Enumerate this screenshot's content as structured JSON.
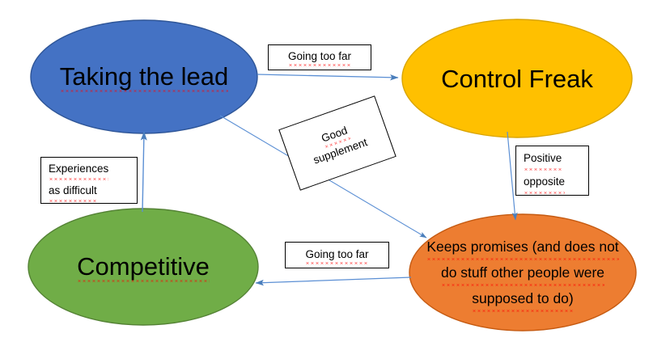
{
  "diagram": {
    "title": "Taking the lead / Control Freak / Competitive behaviour cycle",
    "background": "#ffffff",
    "colors": {
      "blue": "#4472C4",
      "blue_stroke": "#2E5597",
      "amber": "#FFC000",
      "amber_stroke": "#D9A400",
      "green": "#70AD47",
      "green_stroke": "#548235",
      "orange": "#ED7D31",
      "orange_stroke": "#C55A11",
      "arrow": "#5B8FD4",
      "box_border": "#000000",
      "box_fill": "#ffffff",
      "text": "#000000",
      "spellcheck": "#ff0000"
    },
    "nodes": [
      {
        "id": "taking-the-lead",
        "label": "Taking the lead",
        "lines": [
          "Taking the lead"
        ],
        "color": "#4472C4",
        "spellcheck": true
      },
      {
        "id": "control-freak",
        "label": "Control Freak",
        "lines": [
          "Control Freak"
        ],
        "color": "#FFC000",
        "spellcheck": false
      },
      {
        "id": "competitive",
        "label": "Competitive",
        "lines": [
          "Competitive"
        ],
        "color": "#70AD47",
        "spellcheck": true
      },
      {
        "id": "keeps-promises",
        "label": "Keeps promises (and does not do stuff other people were supposed to do)",
        "lines": [
          "Keeps promises (and does not",
          "do stuff other people were",
          "supposed to do)"
        ],
        "color": "#ED7D31",
        "spellcheck": true
      }
    ],
    "edges": [
      {
        "id": "lead-to-control",
        "from": "taking-the-lead",
        "to": "control-freak",
        "label": "Going too far"
      },
      {
        "id": "lead-to-keeps-promises",
        "from": "taking-the-lead",
        "to": "keeps-promises",
        "label": "Good supplement"
      },
      {
        "id": "control-to-keeps-promises",
        "from": "control-freak",
        "to": "keeps-promises",
        "label": "Positive opposite"
      },
      {
        "id": "keeps-promises-to-competitive",
        "from": "keeps-promises",
        "to": "competitive",
        "label": "Going too far"
      },
      {
        "id": "competitive-to-lead",
        "from": "competitive",
        "to": "taking-the-lead",
        "label": "Experiences as difficult"
      }
    ],
    "callouts": [
      {
        "id": "going-too-far-top",
        "lines": [
          "Going too far"
        ],
        "align": "center",
        "rotated": false,
        "spellcheck": [
          true
        ]
      },
      {
        "id": "good-supplement",
        "lines": [
          "Good",
          "supplement"
        ],
        "align": "center",
        "rotated": true,
        "spellcheck": [
          true,
          false
        ]
      },
      {
        "id": "positive-opposite",
        "lines": [
          "Positive",
          "opposite"
        ],
        "align": "left",
        "rotated": false,
        "spellcheck": [
          true,
          true
        ]
      },
      {
        "id": "experiences-as-difficult",
        "lines": [
          "Experiences",
          "as difficult"
        ],
        "align": "left",
        "rotated": false,
        "spellcheck": [
          true,
          true
        ]
      },
      {
        "id": "going-too-far-bottom",
        "lines": [
          "Going too far"
        ],
        "align": "center",
        "rotated": false,
        "spellcheck": [
          true
        ]
      }
    ]
  }
}
